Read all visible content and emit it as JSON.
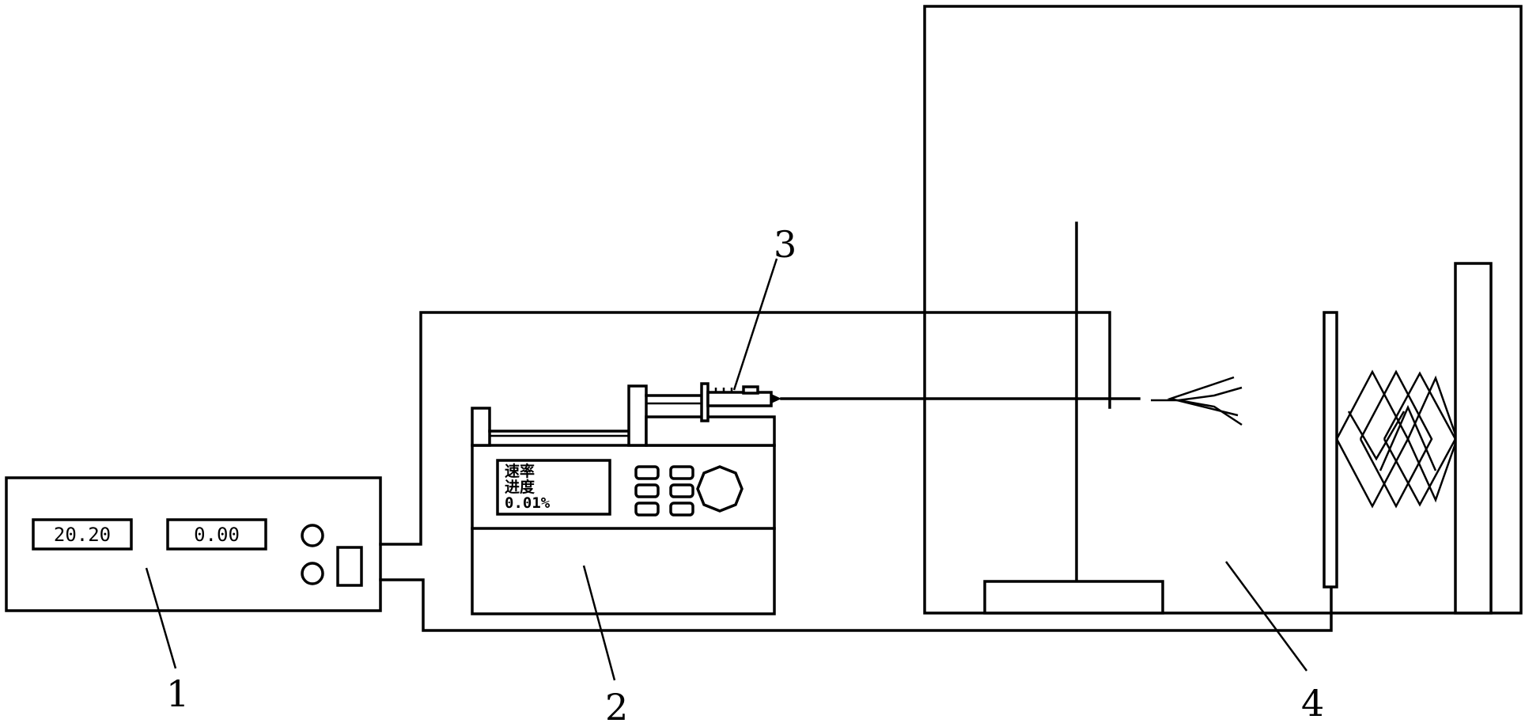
{
  "labels": {
    "power_supply": "1",
    "syringe_pump": "2",
    "syringe": "3",
    "collector_chamber": "4"
  },
  "power_supply": {
    "display_left": "20.20",
    "display_right": "0.00"
  },
  "pump": {
    "lcd_line1": "速率",
    "lcd_line2": "进度",
    "lcd_line3": "0.01%"
  }
}
